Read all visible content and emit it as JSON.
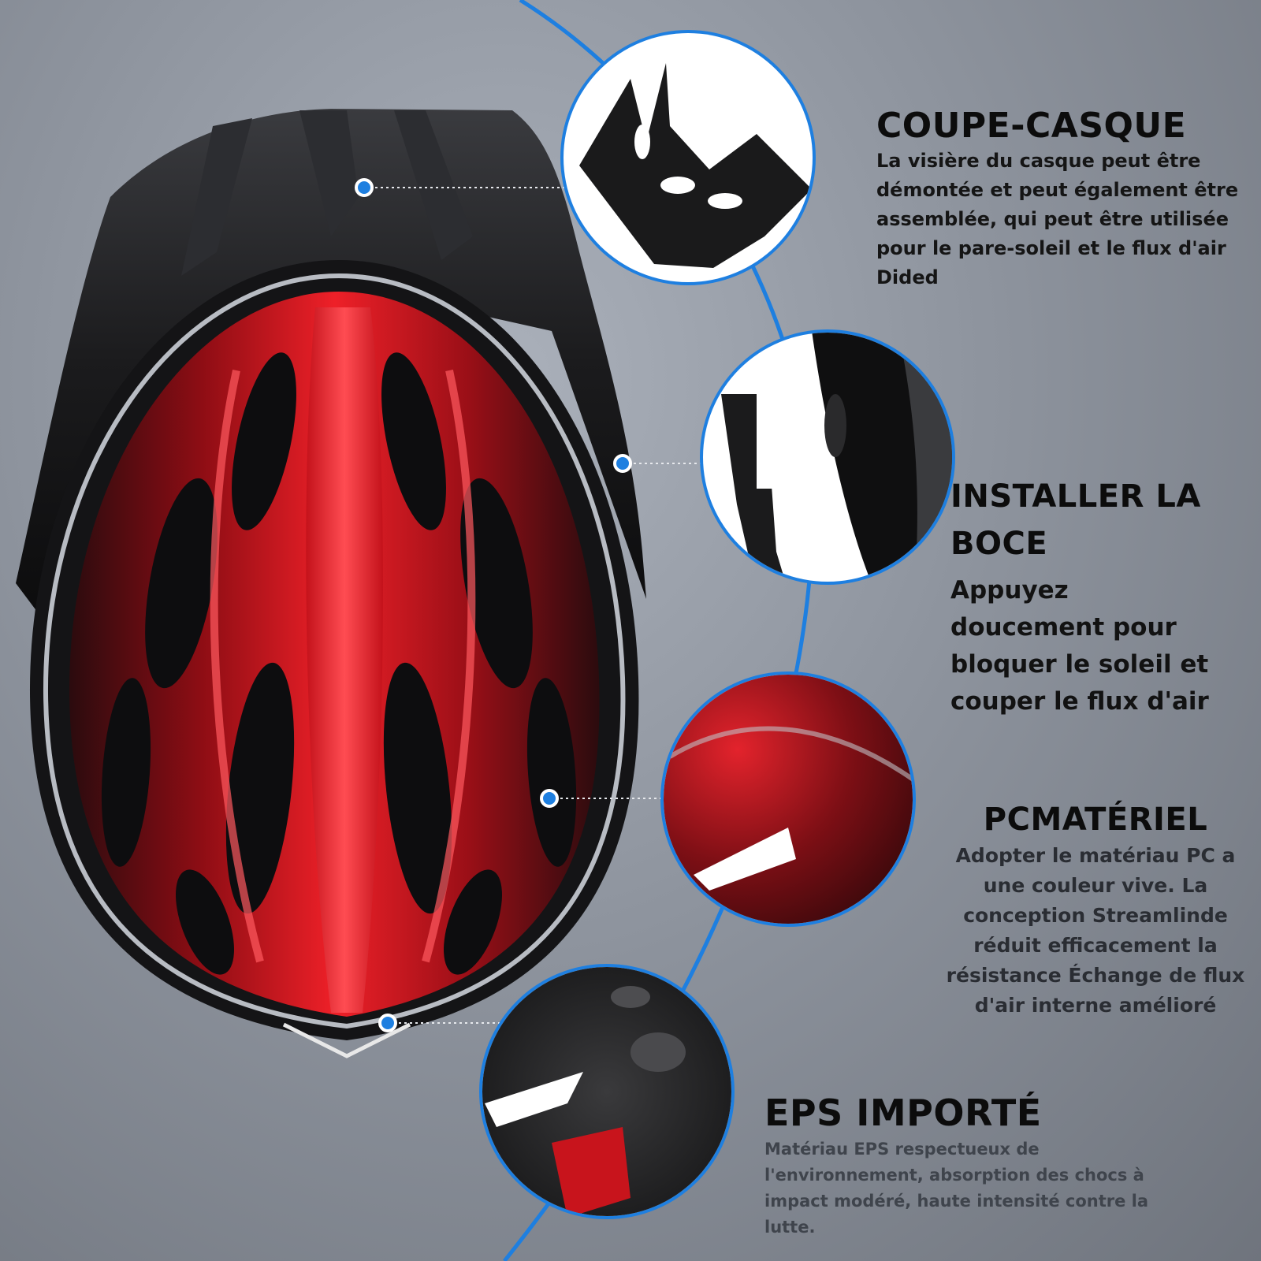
{
  "colors": {
    "accent_line": "#1e7fe0",
    "helmet_red": "#d51620",
    "visor_black": "#1b1b1d",
    "background": "#8e949e"
  },
  "product_image": {
    "name": "bicycle-helmet-with-visor"
  },
  "features": [
    {
      "title": "COUPE-CASQUE",
      "text": "La visière du casque peut être démontée et peut également être assemblée, qui peut être utilisée pour le pare-soleil et le flux d'air Dided",
      "image": "detachable-visor"
    },
    {
      "title": "INSTALLER LA BOCE",
      "text": "Appuyez doucement pour bloquer le soleil et couper le flux d'air",
      "image": "visor-clip-mount"
    },
    {
      "title": "PCMATÉRIEL",
      "text": "Adopter le matériau PC a une couleur vive. La conception Streamlinde réduit efficacement la résistance Échange de flux d'air interne amélioré",
      "image": "pc-shell-closeup"
    },
    {
      "title": "EPS IMPORTÉ",
      "text": "Matériau EPS respectueux de l'environnement, absorption des chocs à impact modéré, haute intensité contre la lutte.",
      "image": "eps-foam-interior"
    }
  ]
}
